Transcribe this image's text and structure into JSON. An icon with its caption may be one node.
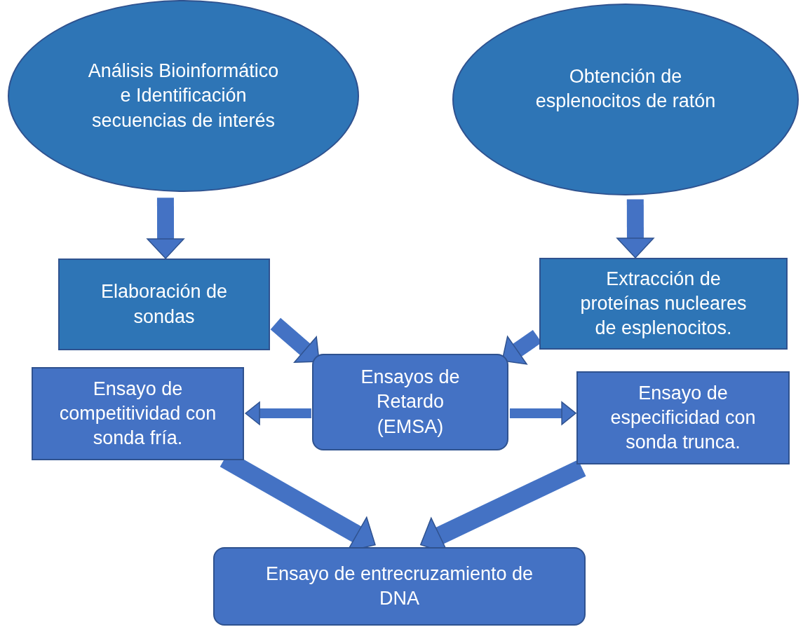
{
  "diagram": {
    "nodes": [
      {
        "text": [
          "Análisis Bioinformático e Identificación secuencias de interés"
        ]
      },
      {
        "text": [
          "Obtención de esplenocitos de ratón"
        ]
      },
      {
        "text": [
          "Elaboración de sondas"
        ]
      },
      {
        "text": [
          "Extracción de proteínas nucleares de esplenocitos."
        ]
      },
      {
        "text": [
          "Ensayos de Retardo (EMSA)"
        ]
      },
      {
        "text": [
          "Ensayo de competitividad con sonda fría."
        ]
      },
      {
        "text": [
          "Ensayo de especificidad con sonda trunca."
        ]
      },
      {
        "text": [
          "Ensayo de entrecruzamiento de DNA"
        ]
      }
    ],
    "edges": [
      {
        "from": 0,
        "to": 2,
        "arrow": "to"
      },
      {
        "from": 1,
        "to": 3,
        "arrow": "to"
      },
      {
        "from": 2,
        "to": 4,
        "arrow": "to"
      },
      {
        "from": 3,
        "to": 4,
        "arrow": "to"
      },
      {
        "from": 4,
        "to": 5,
        "arrow": "to"
      },
      {
        "from": 4,
        "to": 6,
        "arrow": "to"
      },
      {
        "from": 5,
        "to": 7,
        "arrow": "to"
      },
      {
        "from": 6,
        "to": 7,
        "arrow": "to"
      }
    ]
  }
}
